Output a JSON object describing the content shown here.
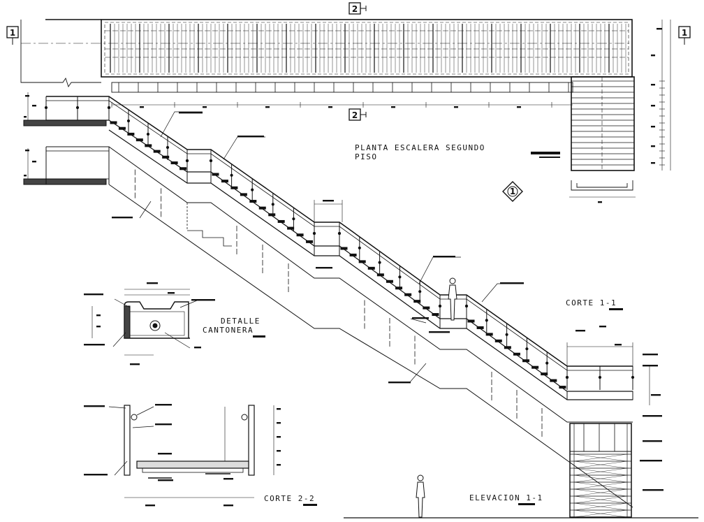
{
  "drawing": {
    "titles": {
      "plan": "PLANTA ESCALERA SEGUNDO PISO",
      "plan_line1": "PLANTA ESCALERA SEGUNDO",
      "plan_line2": "PISO",
      "section_1": "CORTE 1-1",
      "detail_line1": "DETALLE",
      "detail_line2": "CANTONERA",
      "section_2": "CORTE 2-2",
      "elevation": "ELEVACION 1-1"
    },
    "section_marks": {
      "left": "1",
      "right": "1",
      "top": "2",
      "bottom": "2",
      "north": "1"
    },
    "colors": {
      "line": "#111111",
      "background": "#ffffff"
    }
  }
}
